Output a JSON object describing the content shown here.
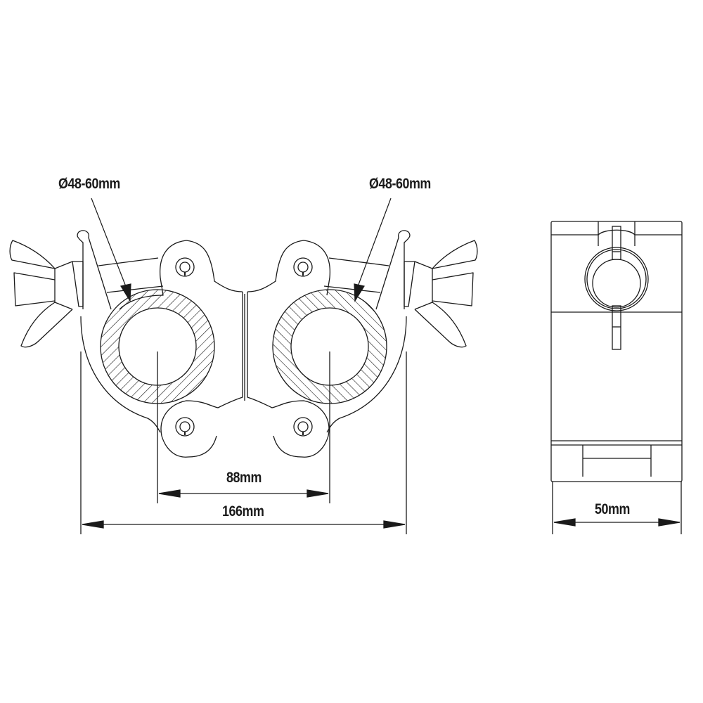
{
  "diagram": {
    "subject": "double tube clamp technical drawing",
    "views": [
      "front-view",
      "side-view"
    ],
    "labels": {
      "left_diameter": "Ø48-60mm",
      "right_diameter": "Ø48-60mm",
      "center_distance": "88mm",
      "overall_width": "166mm",
      "side_width": "50mm"
    },
    "colors": {
      "line": "#1a1a1a",
      "background": "#ffffff",
      "hatch": "#1a1a1a"
    }
  }
}
